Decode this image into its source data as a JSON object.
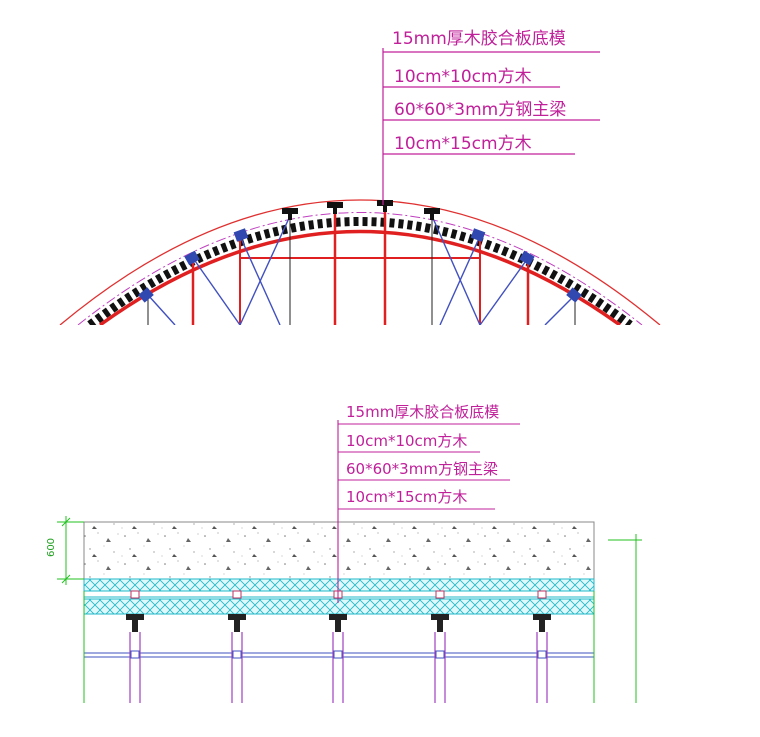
{
  "top_section": {
    "callouts": [
      "15mm厚木胶合板底模",
      "10cm*10cm方木",
      "60*60*3mm方钢主梁",
      "10cm*15cm方木"
    ]
  },
  "bottom_section": {
    "callouts": [
      "15mm厚木胶合板底模",
      "10cm*10cm方木",
      "60*60*3mm方钢主梁",
      "10cm*15cm方木"
    ],
    "dimension_label": "600"
  },
  "colors": {
    "callout_text": "#c0209a",
    "leader_line": "#c0209a",
    "steel_red": "#e02020",
    "brace_blue": "#4050c0",
    "concrete_grey": "#808080",
    "plywood_cyan": "#20c0d0",
    "dimension_green": "#20c020"
  }
}
